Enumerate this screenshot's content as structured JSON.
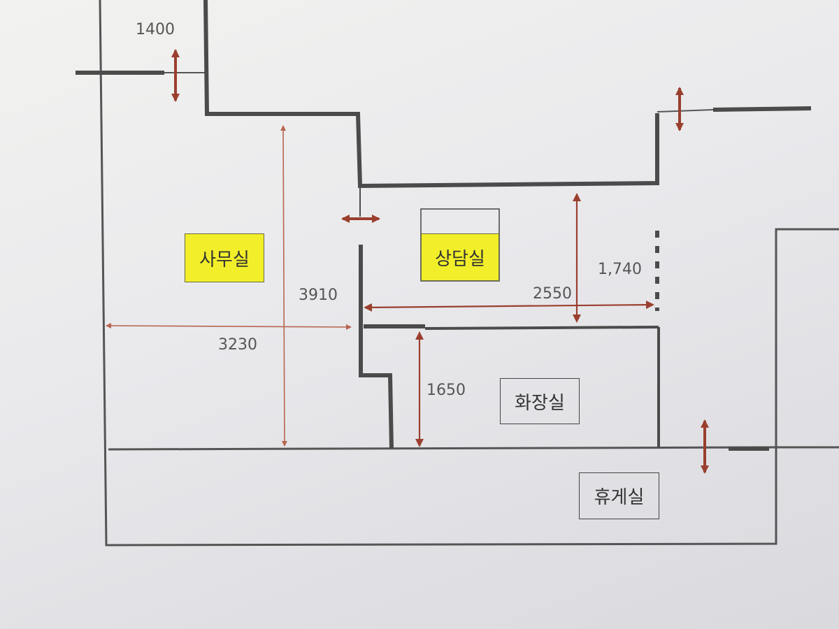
{
  "rooms": {
    "office": "사무실",
    "consult": "상담실",
    "restroom": "화장실",
    "lounge": "휴게실"
  },
  "dimensions": {
    "top_left": "1400",
    "office_height": "3910",
    "office_width": "3230",
    "consult_width": "2550",
    "consult_height": "1,740",
    "restroom_height": "1650"
  },
  "colors": {
    "wall": "#4b4b4b",
    "dimension_arrow": "#a34a3a",
    "highlight": "#f2ef2a"
  }
}
